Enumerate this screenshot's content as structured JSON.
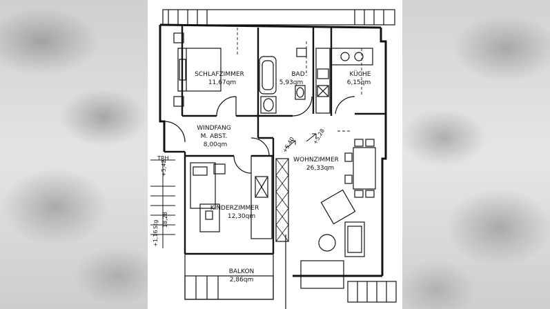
{
  "rooms": {
    "schlafzimmer": {
      "name": "SCHLAFZIMMER",
      "area": "11,67qm"
    },
    "bad": {
      "name": "BAD",
      "area": "5,93qm"
    },
    "kueche": {
      "name": "KÜCHE",
      "area": "6,15qm"
    },
    "windfang": {
      "name": "WINDFANG",
      "sub": "M. ABST.",
      "area": "8,00qm"
    },
    "wohnzimmer": {
      "name": "WOHNZIMMER",
      "area": "26,33qm"
    },
    "kinderzimmer": {
      "name": "KINDERZIMMER",
      "area": "12,30qm"
    },
    "balkon": {
      "name": "BALKON",
      "area": "2,86qm"
    }
  },
  "stair": {
    "label": "TRH",
    "dim1": "+5,42",
    "steps": "18,28",
    "stg": "Stg",
    "dim2": "+1,16"
  },
  "levels": {
    "a": "+5,40",
    "b": "+5,28"
  },
  "colors": {
    "line": "#111111",
    "paper": "#ffffff",
    "background": "#d7d7d7"
  }
}
